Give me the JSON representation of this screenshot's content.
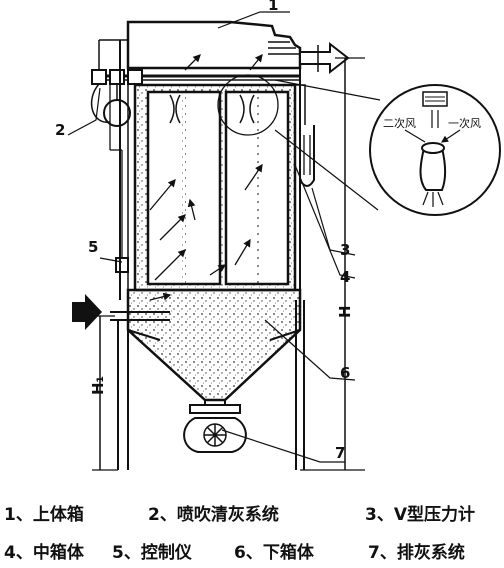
{
  "diagram": {
    "callouts": [
      "1",
      "2",
      "3",
      "4",
      "5",
      "6",
      "7"
    ],
    "dimension_labels": {
      "overall_height": "H",
      "inlet_height": "H₁"
    },
    "detail_labels": {
      "secondary_air": "二次风",
      "primary_air": "一次风"
    }
  },
  "legend": {
    "row1": [
      "1、上体箱",
      "2、喷吹清灰系统",
      "3、V型压力计"
    ],
    "row2": [
      "4、中箱体",
      "5、控制仪",
      "6、下箱体",
      "7、排灰系统"
    ]
  }
}
